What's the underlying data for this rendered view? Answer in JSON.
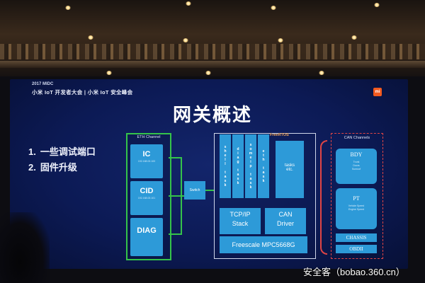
{
  "slide": {
    "event": "2017 MIDC",
    "header": "小米 IoT 开发者大会 | 小米 IoT 安全峰会",
    "logo_text": "mi",
    "title": "网关概述",
    "bullets": [
      {
        "num": "1.",
        "text": "一些调试端口"
      },
      {
        "num": "2.",
        "text": "固件升级"
      }
    ]
  },
  "diagram": {
    "eth": {
      "title": "ETH Channel",
      "boxes": [
        {
          "label": "IC",
          "ip": "192.168.00.100"
        },
        {
          "label": "CID",
          "ip": "192.168.00.101"
        },
        {
          "label": "DIAG",
          "ip": ""
        }
      ]
    },
    "switch_label": "Switch",
    "rtos": {
      "title": "FreeRTOS",
      "tasks": [
        "shell task",
        "diag task",
        "someip task",
        "eth task"
      ],
      "tasks_etc": [
        "tasks",
        "etc."
      ],
      "tcpip": [
        "TCP/IP",
        "Stack"
      ],
      "can_driver": [
        "CAN",
        "Driver"
      ],
      "soc": "Freescale MPC5668G"
    },
    "can": {
      "title": "CAN Channels",
      "boxes": [
        {
          "label": "BDY",
          "sub": [
            "Trunk",
            "Doors",
            "Sunroof"
          ]
        },
        {
          "label": "PT",
          "sub": [
            "Vehicle Speed",
            "Engine Speed"
          ]
        }
      ],
      "chassis": "CHASSIS",
      "obdii": "OBDII"
    }
  },
  "watermark": "安全客（bobao.360.cn）",
  "colors": {
    "screen": "#0c1a55",
    "box_blue": "#2d9ad8",
    "eth_border": "#35c34a",
    "can_border": "#e04545",
    "rtos_title": "#f0a45a",
    "logo": "#f25a1f"
  }
}
